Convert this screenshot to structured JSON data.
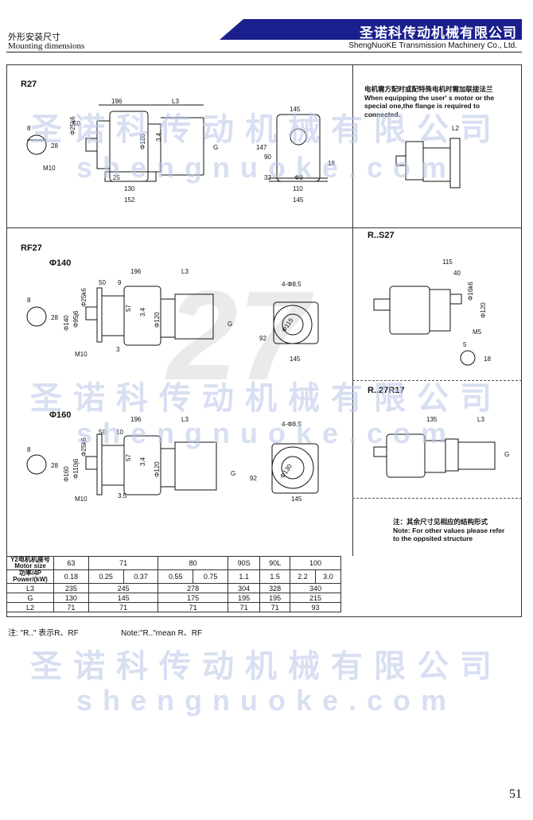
{
  "header": {
    "section_zh": "外形安装尺寸",
    "section_en": "Mounting dimensions",
    "company_zh": "圣诺科传动机械有限公司",
    "company_en": "ShengNuoKE Transmission Machinery Co., Ltd."
  },
  "watermark": {
    "zh": "圣诺科传动机械有限公司",
    "en": "shengnuoke.com",
    "big_number": "27"
  },
  "sections": {
    "r27": {
      "title": "R27"
    },
    "rf27": {
      "title": "RF27",
      "variant1": "Φ140",
      "variant2": "Φ160"
    },
    "flange_note": {
      "zh": "电机需方配时或配特殊电机时需加联接法兰",
      "en": "When equipping the user' s motor or the special one,the flange is required to connected."
    },
    "rs27": {
      "title": "R..S27"
    },
    "r27r17": {
      "title": "R..27R17"
    },
    "other_note": {
      "zh": "注：其余尺寸见相应的结构形式",
      "en": "Note: For other values please refer to the oppsited structure"
    }
  },
  "dims": {
    "r27": [
      "8",
      "28",
      "M10",
      "50",
      "Φ25k6",
      "196",
      "L3",
      "Φ120",
      "3.4",
      "G",
      "25",
      "130",
      "152",
      "145",
      "147",
      "90",
      "32",
      "Φ9",
      "18",
      "110",
      "145"
    ],
    "l2": "L2",
    "rf27_140": [
      "Φ140",
      "8",
      "28",
      "Φ95j6",
      "Φ25k6",
      "50",
      "9",
      "196",
      "L3",
      "57",
      "Φ120",
      "3.4",
      "G",
      "M10",
      "3",
      "4-Φ8.5",
      "Φ115",
      "92",
      "145"
    ],
    "rf27_160": [
      "Φ160",
      "8",
      "28",
      "Φ110j6",
      "Φ25k6",
      "50",
      "10",
      "196",
      "L3",
      "57",
      "Φ120",
      "3.4",
      "G",
      "M10",
      "3.5",
      "4-Φ8.5",
      "Φ130",
      "92",
      "145"
    ],
    "rs27": [
      "115",
      "40",
      "Φ16k6",
      "Φ120",
      "M5",
      "5",
      "18"
    ],
    "r27r17": [
      "135",
      "L3",
      "G"
    ]
  },
  "table": {
    "row_labels": [
      "Y2电机机座号 Motor size",
      "功率/4P Power/(kW)",
      "L3",
      "G",
      "L2"
    ],
    "motor_sizes": [
      "63",
      "71",
      "80",
      "90S",
      "90L",
      "100"
    ],
    "powers": [
      "0.18",
      "0.25",
      "0.37",
      "0.55",
      "0.75",
      "1.1",
      "1.5",
      "2.2",
      "3.0"
    ],
    "L3": [
      "235",
      "245",
      "278",
      "304",
      "328",
      "340"
    ],
    "G": [
      "130",
      "145",
      "175",
      "195",
      "195",
      "215"
    ],
    "L2": [
      "71",
      "71",
      "71",
      "71",
      "71",
      "93"
    ]
  },
  "footnote": {
    "zh": "注: \"R..\" 表示R、RF",
    "en": "Note:\"R..\"mean R、RF"
  },
  "page_number": "51",
  "colors": {
    "banner": "#1b1f8e",
    "watermark": "#b9c6e8"
  }
}
